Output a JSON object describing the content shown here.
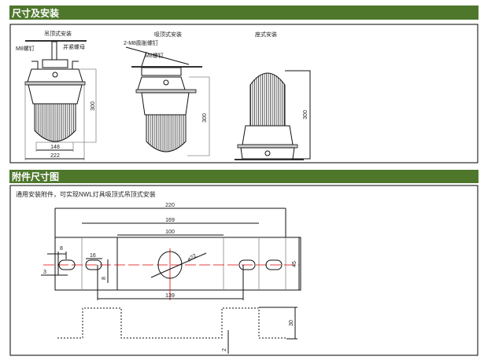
{
  "sections": [
    {
      "title": "尺寸及安装"
    },
    {
      "title": "附件尺寸图"
    }
  ],
  "install": {
    "pendant": {
      "label": "吊顶式安装",
      "screw": "M8螺钉",
      "nut": "并紧螺母",
      "height": "300",
      "inner_width": "148",
      "outer_width": "222"
    },
    "ceiling": {
      "label": "吸顶式安装",
      "bolt": "2-M8膨胀螺钉",
      "screw": "M8螺钉",
      "height": "300"
    },
    "base": {
      "label": "座式安装",
      "height": "300"
    }
  },
  "accessory": {
    "description": "通用安装附件，可实现NWL灯具吸顶式吊顶式安装",
    "dims": {
      "total": "220",
      "mid": "169",
      "inner": "100",
      "hole_spacing": "139",
      "slot_width": "8",
      "slot_length": "16",
      "slot_height": "8",
      "offset": "3",
      "hole_dia": "ø22",
      "height": "45",
      "profile_height": "30",
      "thickness": "2"
    }
  }
}
